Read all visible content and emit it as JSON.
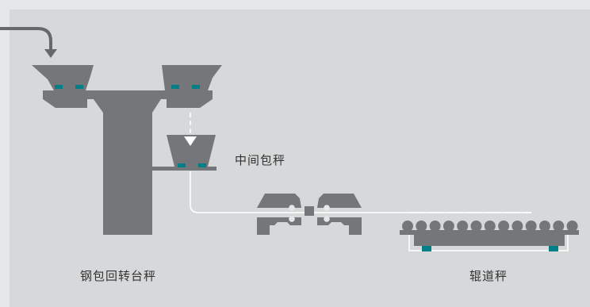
{
  "labels": {
    "ladle_turret_scale": "钢包回转台秤",
    "tundish_scale": "中间包秤",
    "roller_table_scale": "辊道秤"
  },
  "icons": [
    "flow-arrow-icon",
    "ladle-turret-icon",
    "tundish-icon",
    "continuous-caster-icon",
    "roller-table-icon",
    "load-cell-icon"
  ],
  "colors": {
    "background": "#e6e7e8",
    "panel": "#d7d8d9",
    "equipment": "#75767a",
    "load_cell": "#007f86",
    "flow_line": "#ffffff",
    "arrow": "#67686b",
    "text": "#333333"
  }
}
